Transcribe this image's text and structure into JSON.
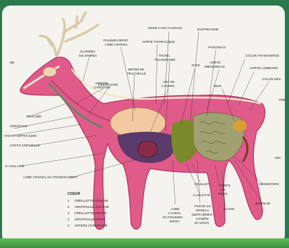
{
  "labels": {
    "veine_cave": "VEINE CAVE CAUDALE",
    "diaphragme": "DIAPHRAGME",
    "poumon_droit_1": "POUMON DROIT",
    "poumon_droit_2": "LOBE CRANIAL",
    "aorte_thoracique": "AORTE THORACIQUE",
    "pancreas": "PANCREAS",
    "colon_transverse": "COLON TRANSVERSE",
    "glandes_1": "GLANDES",
    "glandes_2": "SALIVAIRES",
    "tronc_1": "TRONC",
    "tronc_2": "PULMONAIRE",
    "rate": "RATE",
    "aorte_abdo_1": "AORTE",
    "aorte_abdo_2": "ABDOMINALE",
    "aorte_lombaire": "AORTE LOMBAIRE",
    "artere_1": "ARTERE",
    "artere_2": "CAROTIDE",
    "bronche_1": "BRONCHE",
    "bronche_2": "TRACHEALE",
    "colon_desc": "COLON DES",
    "oesophage": "OESOPHAGE",
    "arc_1": "ARC DE",
    "arc_2": "L'AORTE",
    "rein": "REIN",
    "trachee": "TRACHEE",
    "cervicale": "CERVICALE",
    "cephalique": "VACHO-CEPHALIQUE",
    "costo": "COSTO-CERVICALE",
    "axillaire": "E AXILLAIRE",
    "lobe_cranial": "LOBE CRANIAL DU POUMON DROIT",
    "feuillet": "FEUILLET",
    "caillette": "CAILLETTE",
    "corps_1": "CORPS",
    "corps_2": "DU",
    "corps_3": "PENIS",
    "gland": "GLAND",
    "mesentere": "MESENTERE",
    "jejunum": "JEJUNUM",
    "lobe_caudal_1": "LOBE",
    "lobe_caudal_2": "CAUDAL",
    "lobe_caudal_3": "DU POUMON",
    "lobe_caudal_4": "DROIT",
    "partie_1": "PARTIE DU",
    "partie_2": "RESEAU",
    "partie_3": "(après ablation",
    "partie_4": "complète",
    "partie_5": "du rumen)",
    "ame": "ME",
    "arc_right": "ARC",
    "ore": "ORE"
  },
  "legend": {
    "title": "COEUR",
    "items": [
      {
        "num": "1",
        "text": "OREILLETTE GAUCHE"
      },
      {
        "num": "2",
        "text": "VENTRICULE GAUCHE"
      },
      {
        "num": "3",
        "text": "OREILLETTE DROITE"
      },
      {
        "num": "4",
        "text": "VENTRICULE DROIT"
      },
      {
        "num": "5",
        "text": "ARTERE CORONAIRE"
      }
    ]
  },
  "colors": {
    "body": "#e05a8a",
    "body_outline": "#b03060",
    "antler": "#e8dcc0",
    "lungs": "#f2c9a0",
    "organs_dark": "#5a3a6a",
    "intestine": "#a0a070",
    "liver": "#7a8a2a",
    "card": "#f4f3ee",
    "background": "#2b7a4c"
  }
}
